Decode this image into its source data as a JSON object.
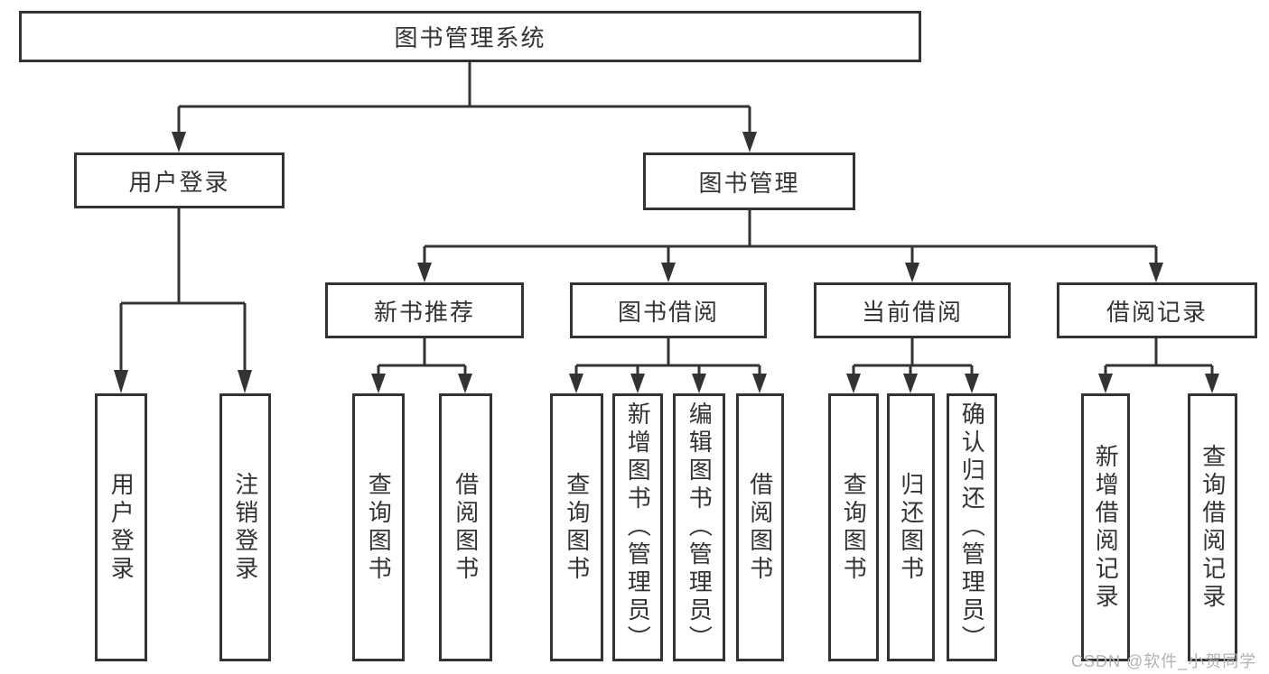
{
  "colors": {
    "line": "#333333",
    "text": "#333333",
    "background": "#ffffff",
    "watermark": "#b3b3b3"
  },
  "watermark": "CSDN @软件_小贺同学",
  "tree": {
    "root": "图书管理系统",
    "branches": [
      {
        "label": "用户登录",
        "children": [
          "用户登录",
          "注销登录"
        ]
      },
      {
        "label": "图书管理",
        "groups": [
          {
            "label": "新书推荐",
            "children": [
              "查询图书",
              "借阅图书"
            ]
          },
          {
            "label": "图书借阅",
            "children": [
              "查询图书",
              "新增图书（管理员）",
              "编辑图书（管理员）",
              "借阅图书"
            ]
          },
          {
            "label": "当前借阅",
            "children": [
              "查询图书",
              "归还图书",
              "确认归还（管理员）"
            ]
          },
          {
            "label": "借阅记录",
            "children": [
              "新增借阅记录",
              "查询借阅记录"
            ]
          }
        ]
      }
    ]
  }
}
